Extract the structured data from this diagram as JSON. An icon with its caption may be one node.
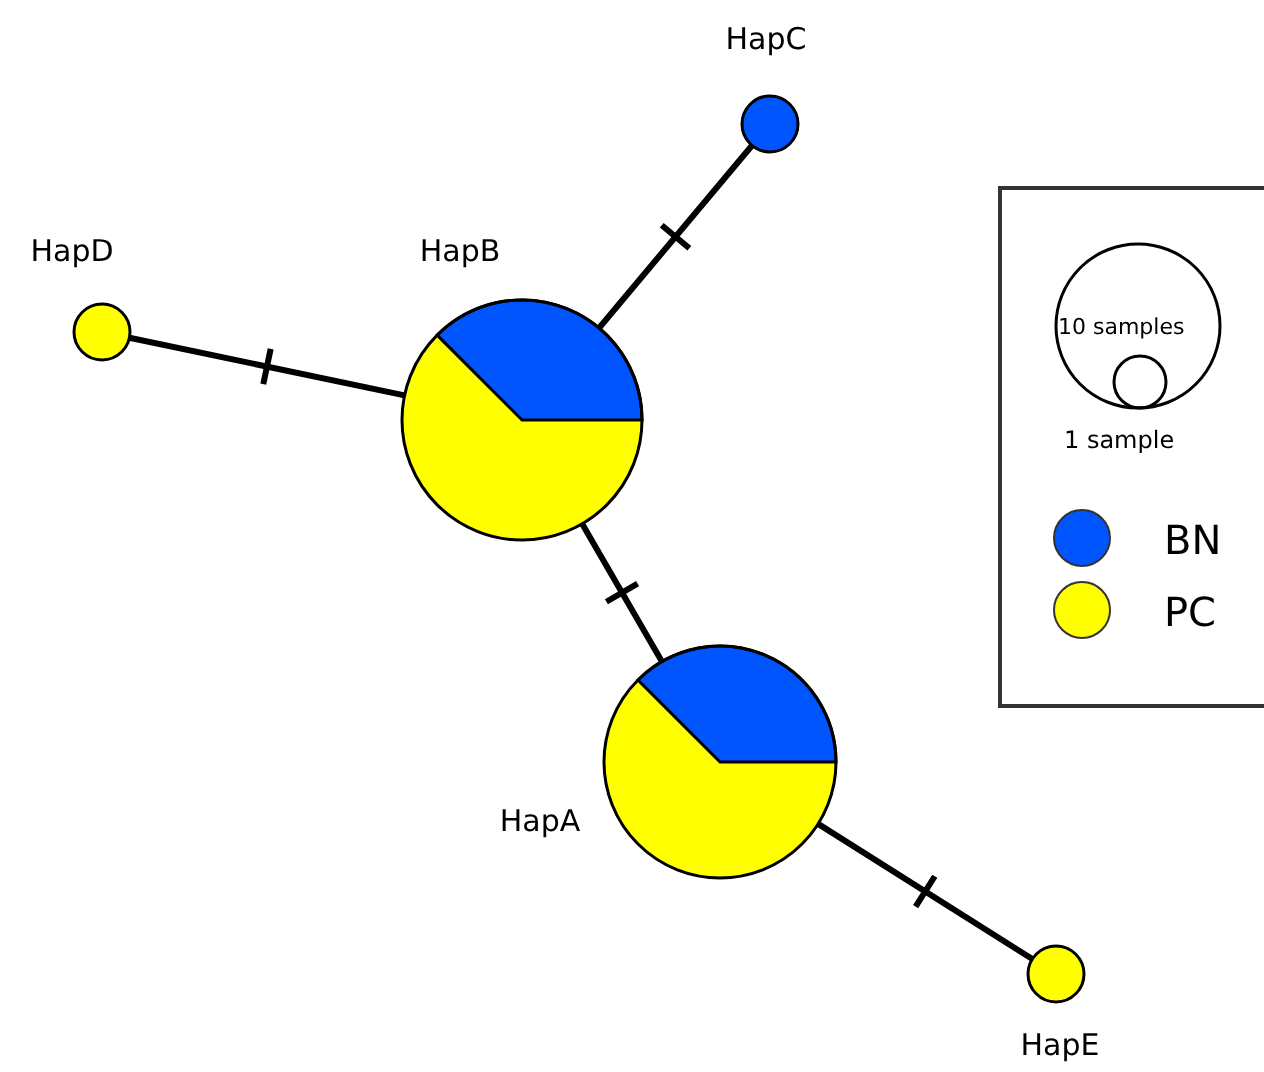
{
  "diagram": {
    "nodes": [
      {
        "text": [],
        "shape": "circle",
        "beside": [
          "HapC"
        ]
      },
      {
        "text": [],
        "shape": "circle",
        "beside": [
          "HapD"
        ]
      },
      {
        "text": [],
        "shape": "circle",
        "beside": [
          "HapB"
        ]
      },
      {
        "text": [],
        "shape": "circle",
        "beside": [
          "HapA"
        ]
      },
      {
        "text": [],
        "shape": "circle",
        "beside": [
          "HapE"
        ]
      }
    ],
    "edges": [
      {
        "from": 2,
        "to": 0,
        "arrow": "none"
      },
      {
        "from": 1,
        "to": 2,
        "arrow": "none"
      },
      {
        "from": 2,
        "to": 3,
        "arrow": "none"
      },
      {
        "from": 3,
        "to": 4,
        "arrow": "none"
      }
    ],
    "legend": [
      {
        "text": "10 samples"
      },
      {
        "text": "1 sample"
      },
      {
        "text": "BN",
        "color": "#0055ff"
      },
      {
        "text": "PC",
        "color": "#ffff00"
      }
    ]
  }
}
